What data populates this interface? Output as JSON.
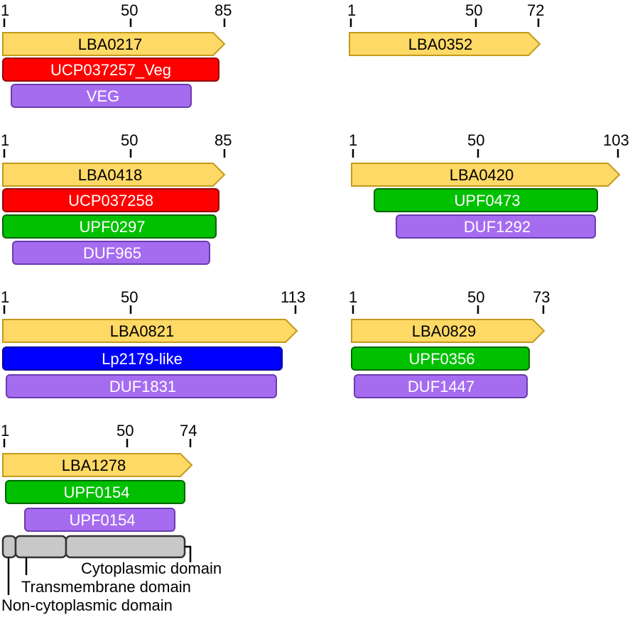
{
  "colors": {
    "protein": "#ffd966",
    "protein_stroke": "#b8860b",
    "ucp": "#ff0000",
    "ucp_stroke": "#990000",
    "upf": "#00c000",
    "upf_stroke": "#006600",
    "duf": "#a66cf0",
    "duf_stroke": "#6a3bb0",
    "lp": "#0000ff",
    "lp_stroke": "#000099",
    "topology": "#c8c8c8",
    "topology_stroke": "#333333"
  },
  "panels": [
    {
      "id": "lba0217",
      "ticks": [
        "1",
        "50",
        "85"
      ],
      "protein": "LBA0217",
      "features": [
        {
          "label": "UCP037257_Veg",
          "kind": "ucp",
          "start": 1,
          "end": 85
        },
        {
          "label": "VEG",
          "kind": "duf",
          "start": 4,
          "end": 74
        }
      ]
    },
    {
      "id": "lba0352",
      "ticks": [
        "1",
        "50",
        "72"
      ],
      "protein": "LBA0352",
      "features": []
    },
    {
      "id": "lba0418",
      "ticks": [
        "1",
        "50",
        "85"
      ],
      "protein": "LBA0418",
      "features": [
        {
          "label": "UCP037258",
          "kind": "ucp",
          "start": 1,
          "end": 85
        },
        {
          "label": "UPF0297",
          "kind": "upf",
          "start": 1,
          "end": 84
        },
        {
          "label": "DUF965",
          "kind": "duf",
          "start": 5,
          "end": 82
        }
      ]
    },
    {
      "id": "lba0420",
      "ticks": [
        "1",
        "50",
        "103"
      ],
      "protein": "LBA0420",
      "features": [
        {
          "label": "UPF0473",
          "kind": "upf",
          "start": 10,
          "end": 95
        },
        {
          "label": "DUF1292",
          "kind": "duf",
          "start": 18,
          "end": 94
        }
      ]
    },
    {
      "id": "lba0821",
      "ticks": [
        "1",
        "50",
        "113"
      ],
      "protein": "LBA0821",
      "features": [
        {
          "label": "Lp2179-like",
          "kind": "lp",
          "start": 1,
          "end": 107
        },
        {
          "label": "DUF1831",
          "kind": "duf",
          "start": 2,
          "end": 105
        }
      ]
    },
    {
      "id": "lba0829",
      "ticks": [
        "1",
        "50",
        "73"
      ],
      "protein": "LBA0829",
      "features": [
        {
          "label": "UPF0356",
          "kind": "upf",
          "start": 1,
          "end": 69
        },
        {
          "label": "DUF1447",
          "kind": "duf",
          "start": 2,
          "end": 68
        }
      ]
    },
    {
      "id": "lba1278",
      "ticks": [
        "1",
        "50",
        "74"
      ],
      "protein": "LBA1278",
      "features": [
        {
          "label": "UPF0154",
          "kind": "upf",
          "start": 2,
          "end": 72
        },
        {
          "label": "UPF0154",
          "kind": "duf",
          "start": 9,
          "end": 68
        }
      ],
      "topology_labels": [
        "Cytoplasmic domain",
        "Transmembrane domain",
        "Non-cytoplasmic domain"
      ]
    }
  ]
}
